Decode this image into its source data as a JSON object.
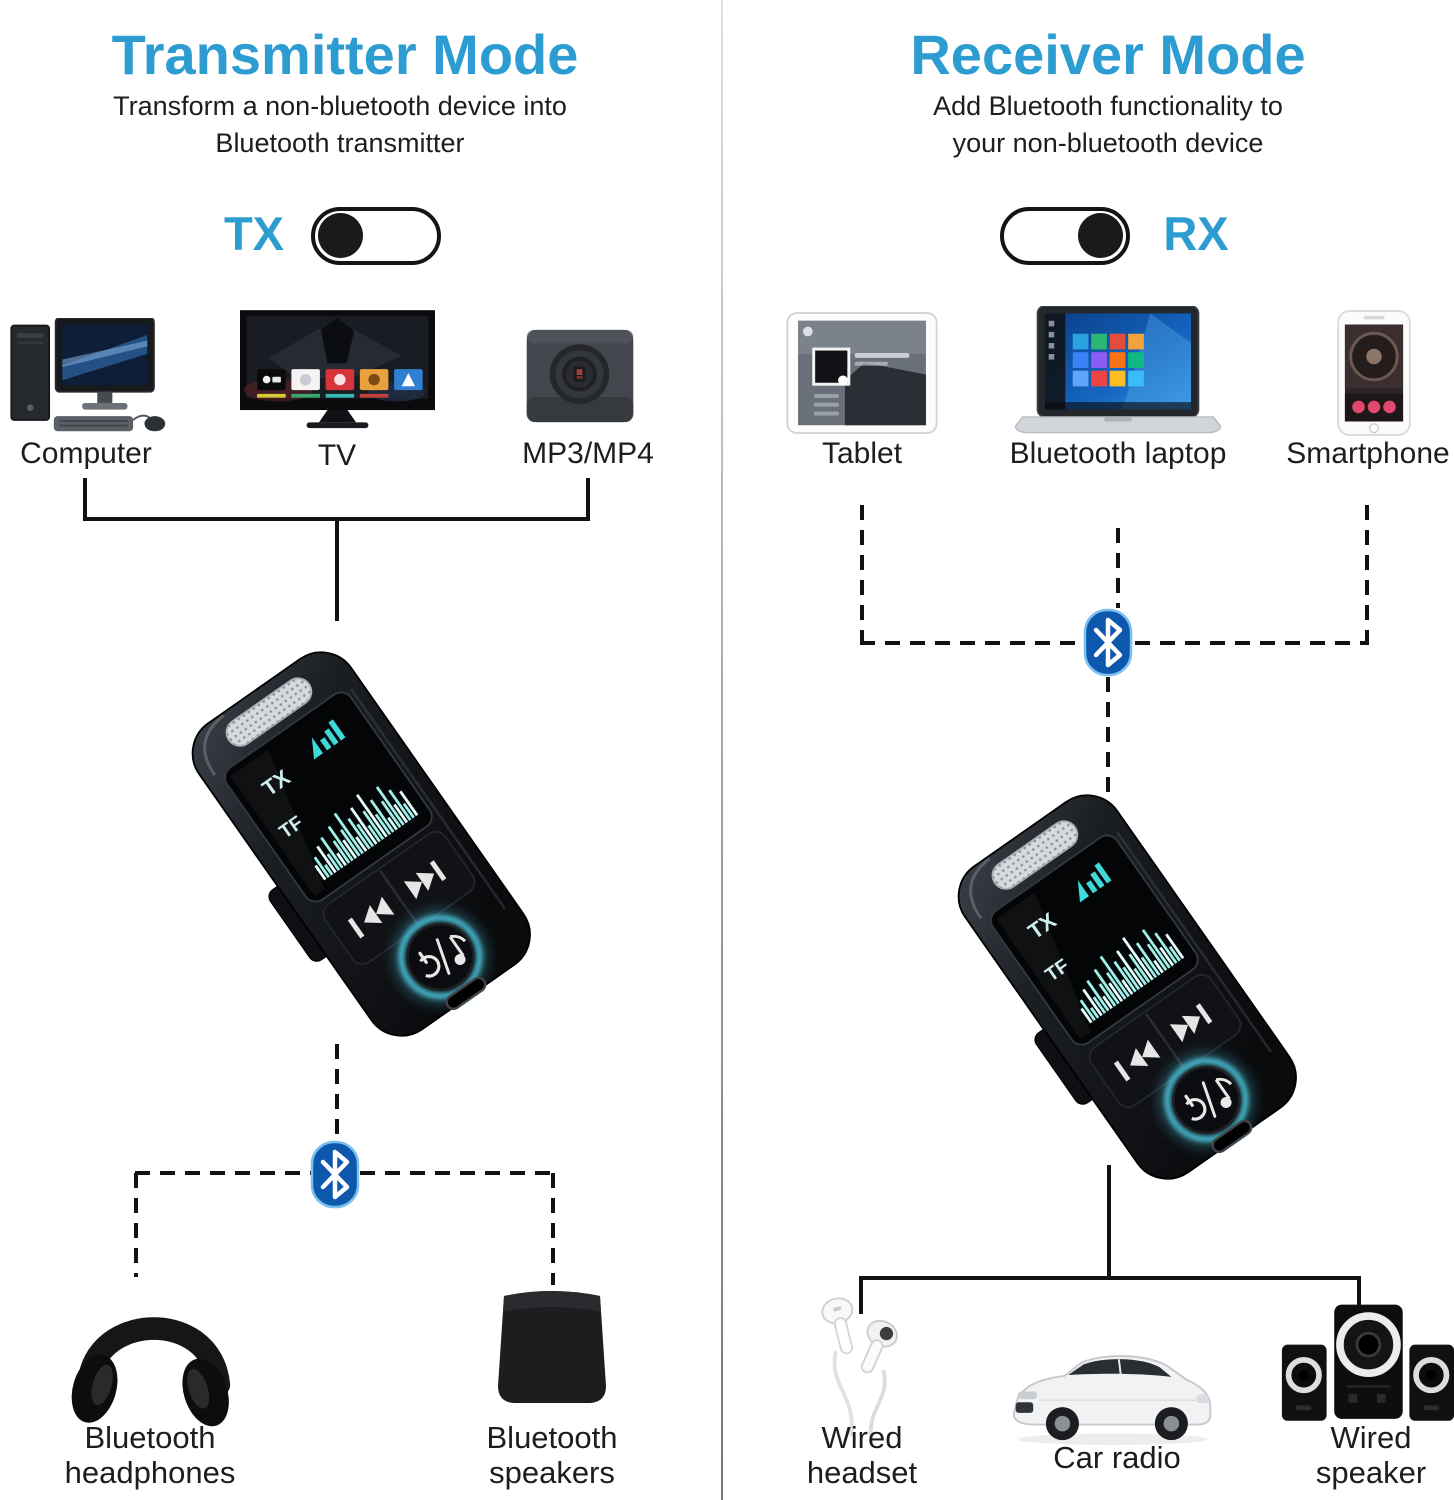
{
  "colors": {
    "accent": "#2d9cd1",
    "text": "#1d1d1f",
    "line": "#121212",
    "bt_blue": "#0d57ad",
    "glow_cyan": "#53d9f4"
  },
  "left_panel": {
    "title": "Transmitter Mode",
    "subtitle": [
      "Transform a non-bluetooth device into",
      "Bluetooth transmitter"
    ],
    "toggle": {
      "label": "TX",
      "state": "knob-left"
    },
    "sources": [
      {
        "label": "Computer"
      },
      {
        "label": "TV"
      },
      {
        "label": "MP3/MP4"
      }
    ],
    "sinks": [
      {
        "label": [
          "Bluetooth",
          "headphones"
        ]
      },
      {
        "label": [
          "Bluetooth",
          "speakers"
        ]
      }
    ]
  },
  "right_panel": {
    "title": "Receiver Mode",
    "subtitle": [
      "Add Bluetooth functionality to",
      "your non-bluetooth device"
    ],
    "toggle": {
      "label": "RX",
      "state": "knob-right"
    },
    "sources": [
      {
        "label": "Tablet"
      },
      {
        "label": "Bluetooth laptop"
      },
      {
        "label": "Smartphone"
      }
    ],
    "sinks": [
      {
        "label": [
          "Wired",
          "headset"
        ]
      },
      {
        "label": [
          "Car radio"
        ]
      },
      {
        "label": [
          "Wired",
          "speaker"
        ]
      }
    ]
  },
  "adapter_screen": {
    "mode_label": "TX",
    "tf_label": "TF"
  }
}
